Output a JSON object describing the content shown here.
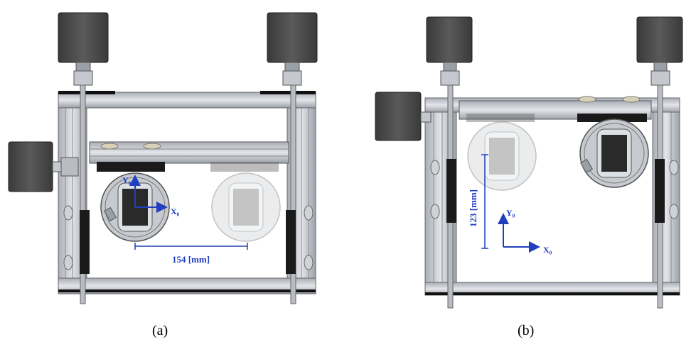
{
  "panels": [
    {
      "caption": "(a)",
      "dimension_label": "154 [mm]",
      "axis_y_label": "Y₀",
      "axis_x_label": "X₀"
    },
    {
      "caption": "(b)",
      "dimension_label": "123 [mm]",
      "axis_y_label": "Y₀",
      "axis_x_label": "X₀"
    }
  ],
  "colors": {
    "frame": "#c7cbd2",
    "frame_dark": "#6b6f77",
    "motor": "#4a4a4a",
    "annotation": "#1f3fbf"
  }
}
